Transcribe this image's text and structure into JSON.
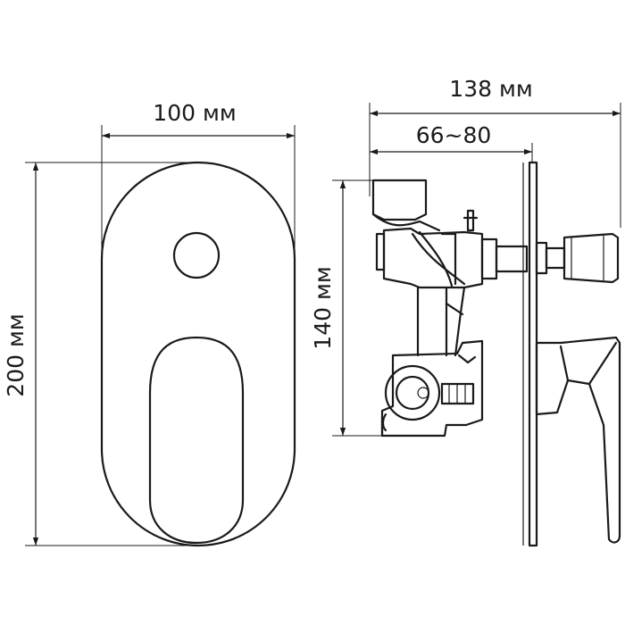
{
  "dimensions": {
    "width_plate": "100 мм",
    "height_plate": "200 мм",
    "total_depth": "138 мм",
    "install_depth": "66~80",
    "body_height": "140 мм"
  }
}
